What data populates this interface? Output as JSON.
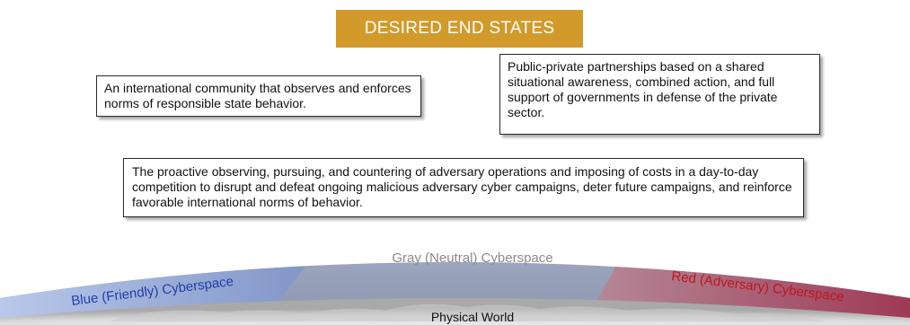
{
  "title": "DESIRED END STATES",
  "end_states": {
    "international_norms": "An international community that observes and enforces norms of responsible state behavior.",
    "public_private": "Public-private partnerships based on a shared situational awareness, combined action, and full support of governments in defense of the private sector.",
    "proactive_competition": "The proactive observing, pursuing, and countering of adversary operations and imposing of costs in a day-to-day competition to disrupt and defeat ongoing malicious adversary cyber campaigns, deter future campaigns, and reinforce favorable international norms of behavior."
  },
  "spaces": {
    "blue": "Blue (Friendly) Cyberspace",
    "gray": "Gray (Neutral) Cyberspace",
    "red": "Red (Adversary) Cyberspace",
    "physical": "Physical World"
  },
  "colors": {
    "banner": "#d19a2b",
    "blue_label": "#1f3fa8",
    "gray_label": "#8a8a8a",
    "red_label": "#c0161b"
  }
}
